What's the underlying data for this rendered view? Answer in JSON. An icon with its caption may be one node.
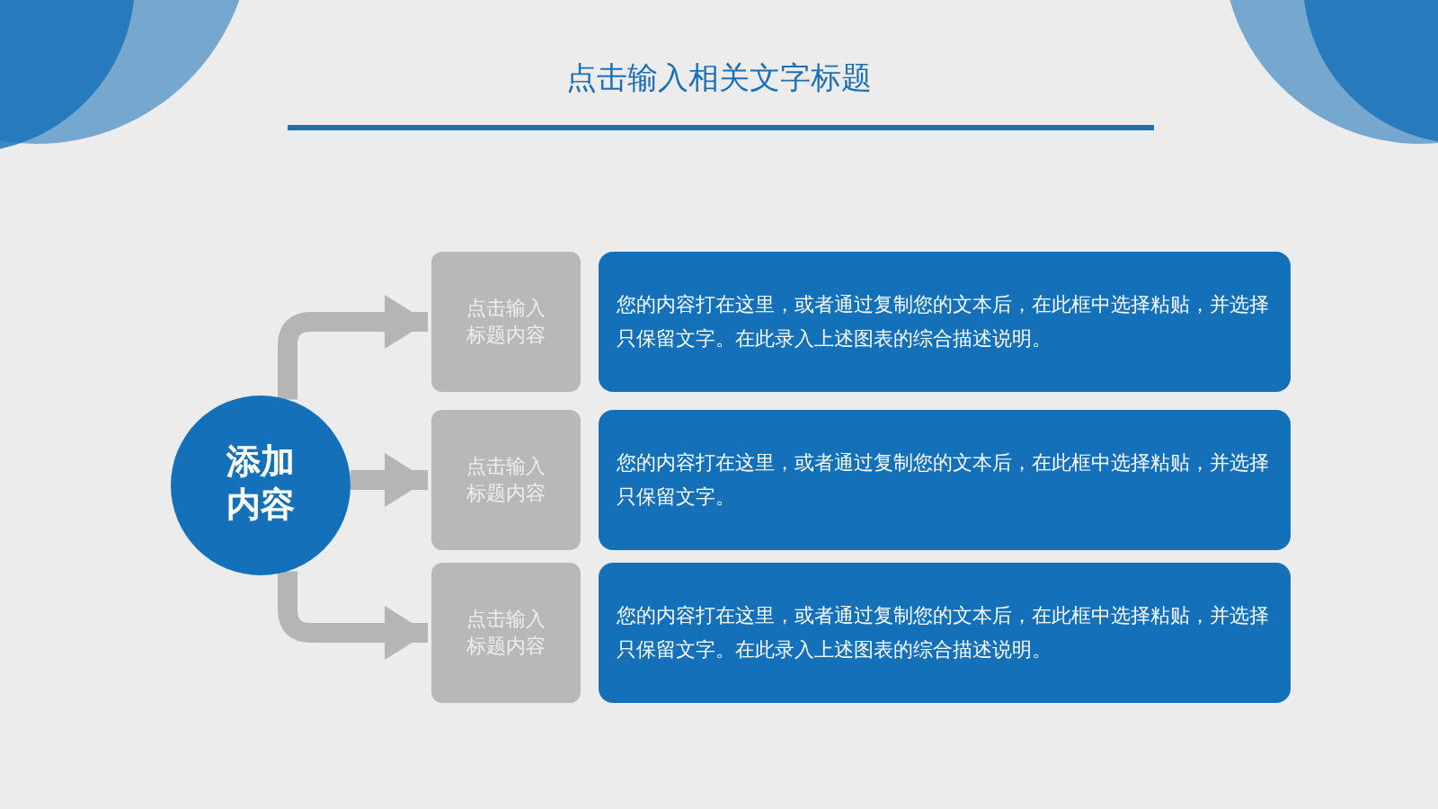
{
  "diagram": {
    "title": "点击输入相关文字标题",
    "nodes": [
      {
        "text": [
          "添加内容"
        ]
      },
      {
        "text": [
          "点击输入标题内容"
        ]
      },
      {
        "text": [
          "您的内容打在这里，或者通过复制您的文本后，在此框中选择粘贴，并选择只保留文字。在此录入上述图表的综合描述说明。"
        ]
      },
      {
        "text": [
          "点击输入标题内容"
        ]
      },
      {
        "text": [
          "您的内容打在这里，或者通过复制您的文本后，在此框中选择粘贴，并选择只保留文字。"
        ]
      },
      {
        "text": [
          "点击输入标题内容"
        ]
      },
      {
        "text": [
          "您的内容打在这里，或者通过复制您的文本后，在此框中选择粘贴，并选择只保留文字。在此录入上述图表的综合描述说明。"
        ]
      }
    ],
    "edges": [
      {
        "from": 0,
        "to": 1,
        "arrow": "to"
      },
      {
        "from": 0,
        "to": 3,
        "arrow": "to"
      },
      {
        "from": 0,
        "to": 5,
        "arrow": "to"
      }
    ]
  }
}
